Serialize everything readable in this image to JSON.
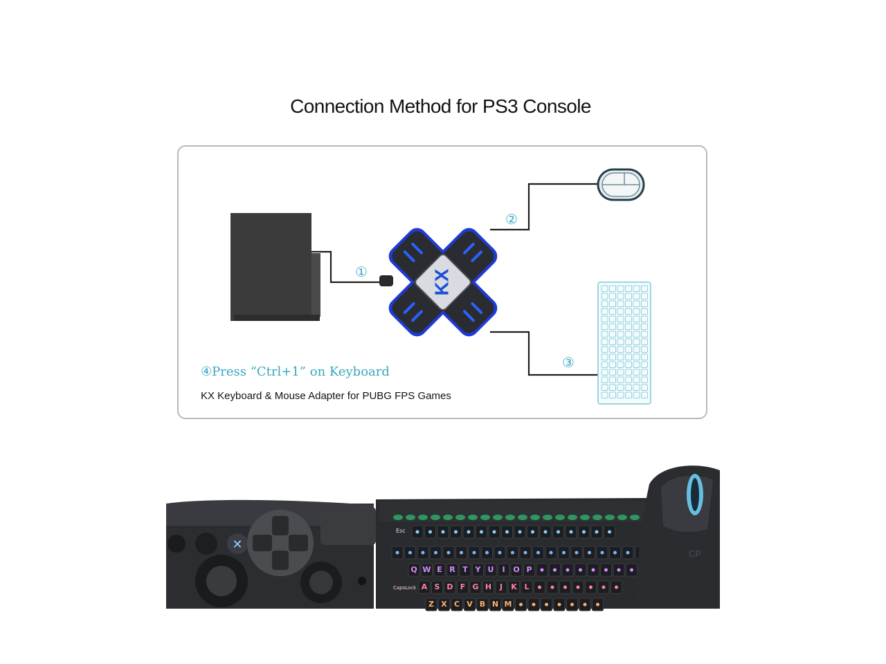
{
  "title": "Connection Method for PS3 Console",
  "steps": {
    "one": "①",
    "two": "②",
    "three": "③"
  },
  "adapter_logo": "KX",
  "press_instruction": "④Press “Ctrl+1” on Keyboard",
  "caption": "KX Keyboard & Mouse Adapter for PUBG FPS Games",
  "photo_keyboard_keys": {
    "esc": "Esc",
    "capslock": "CapsLock",
    "row_q": [
      "Q",
      "W",
      "E",
      "R",
      "T",
      "Y",
      "U",
      "I",
      "O",
      "P"
    ],
    "row_a": [
      "A",
      "S",
      "D",
      "F",
      "G",
      "H",
      "J",
      "K",
      "L"
    ],
    "row_z": [
      "Z",
      "X",
      "C",
      "V",
      "B",
      "N",
      "M"
    ]
  },
  "photo_mouse_label": "CP",
  "colors": {
    "accent_cyan": "#36a7bf",
    "adapter_blue": "#1c4fd8",
    "panel_border": "#b9b9b9"
  }
}
